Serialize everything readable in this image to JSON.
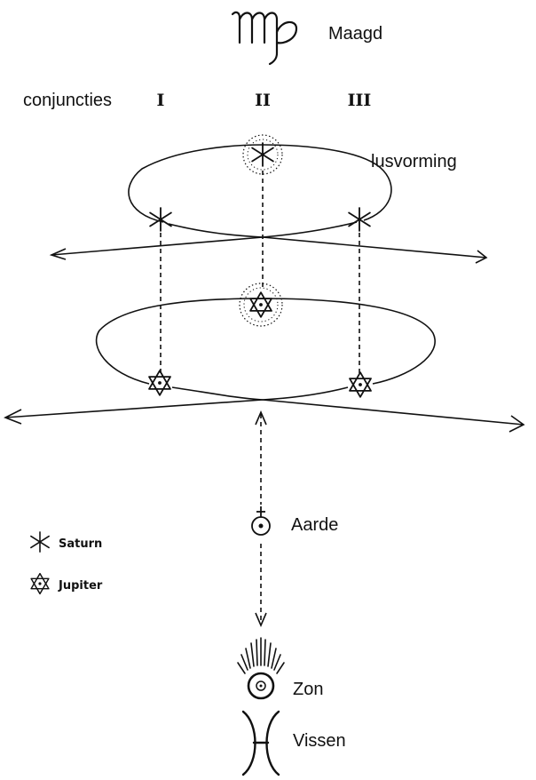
{
  "labels": {
    "virgo": "Maagd",
    "conjunctions": "conjuncties",
    "loop": "lusvorming",
    "earth": "Aarde",
    "sun": "Zon",
    "pisces": "Vissen"
  },
  "conjunction_numerals": [
    "I",
    "II",
    "III"
  ],
  "legend": {
    "saturn": "Saturn",
    "jupiter": "Jupiter"
  }
}
